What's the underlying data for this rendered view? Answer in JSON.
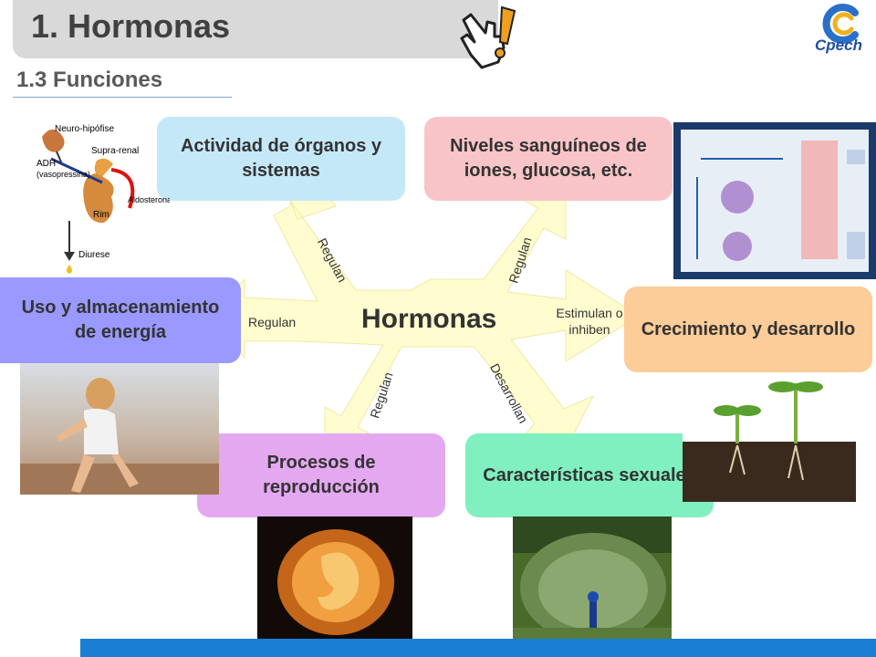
{
  "header": {
    "title": "1. Hormonas",
    "subtitle": "1.3 Funciones",
    "logo_text": "Cpech"
  },
  "center": {
    "label": "Hormonas"
  },
  "boxes": {
    "actividad": "Actividad de órganos y sistemas",
    "niveles": "Niveles sanguíneos de iones, glucosa, etc.",
    "uso": "Uso y almacenamiento de energía",
    "crecimiento": "Crecimiento y desarrollo",
    "procesos": "Procesos de reproducción",
    "caracteristicas": "Características sexuales"
  },
  "edges": {
    "actividad": "Regulan",
    "niveles": "Regulan",
    "uso": "Regulan",
    "crecimiento": "Estimulan o inhiben",
    "procesos": "Regulan",
    "caracteristicas": "Desarrollan"
  },
  "kidney_figure": {
    "neuro": "Neuro-hipófise",
    "supra": "Supra-renal",
    "adh": "ADH",
    "vaso": "(vasopressina)",
    "aldo": "Aldosterona",
    "rim": "Rim",
    "diurese": "Diurese"
  },
  "colors": {
    "actividad": "#c5e8f9",
    "niveles": "#f9c4c8",
    "uso": "#9999ff",
    "crecimiento": "#fccc99",
    "procesos": "#e4a8f0",
    "caracteristicas": "#80f0c0",
    "star": "#fffdd0",
    "bottom_bar": "#1a7fd4"
  }
}
